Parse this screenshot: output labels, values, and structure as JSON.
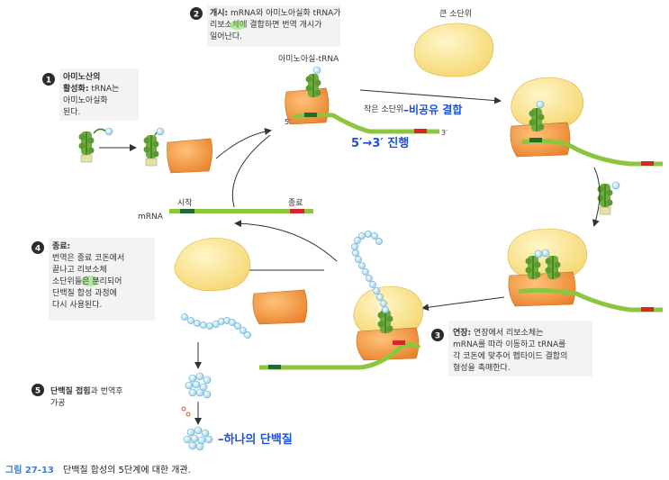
{
  "steps": [
    {
      "number": "1",
      "title": "아미노산의",
      "title2": "활성화:",
      "line2_rest": " tRNA는",
      "line3": "아미노아실화",
      "line4": "된다."
    },
    {
      "number": "2",
      "title": "개시:",
      "line1_rest": " mRNA와 아미노아실화 tRNA가",
      "line2": "리보소체에 결합하면 번역 개시가",
      "line3": "일어난다."
    },
    {
      "number": "3",
      "title": "연장:",
      "line1_rest": " 연장에서 리보소체는",
      "line2": "mRNA를 따라 이동하고 tRNA를",
      "line3": "각 코돈에 맞추어 펩타이드 결합의",
      "line4": "형성을 촉매한다."
    },
    {
      "number": "4",
      "title": "종료:",
      "line2": "번역은 종료 코돈에서",
      "line3": "끝나고 리보소체",
      "line4": "소단위들은 분리되어",
      "line5": "단백질 합성 과정에",
      "line6": "다시 사용된다."
    },
    {
      "number": "5",
      "title": "단백질 접힘",
      "line1_rest": "과 번역후",
      "line2": "가공"
    }
  ],
  "labels": {
    "large_subunit": "큰 소단위",
    "aminoacyl_trna": "아미노아실-tRNA",
    "small_subunit": "작은 소단위",
    "five_prime": "5′",
    "three_prime": "3′",
    "start": "시작",
    "stop": "종료",
    "mrna": "mRNA"
  },
  "handwritten": {
    "noncovalent": "–비공유 결합",
    "direction": "5′→3′ 진행",
    "one_protein": "–하나의 단백질"
  },
  "caption": {
    "figure_number": "그림 27-13",
    "text": "단백질 합성의 5단계에 대한 개관."
  },
  "colors": {
    "mrna": "#8cc63f",
    "start_codon": "#1f6b34",
    "stop_codon": "#d7262b",
    "small_subunit": "#f0923a",
    "large_subunit": "#fbe38a",
    "trna": "#6fae3d",
    "amino_acid": "#b9e3f5",
    "highlight": "#7be05a"
  }
}
